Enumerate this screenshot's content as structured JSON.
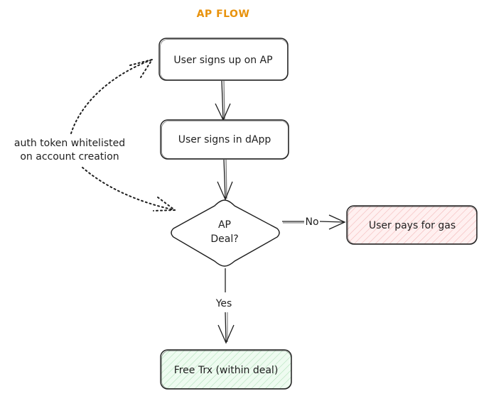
{
  "diagram": {
    "title": "AP FLOW",
    "nodes": {
      "signup": "User signs up on AP",
      "signin": "User signs in dApp",
      "decision_line1": "AP",
      "decision_line2": "Deal?",
      "pays": "User pays for gas",
      "free": "Free Trx (within deal)"
    },
    "edges": {
      "no": "No",
      "yes": "Yes"
    },
    "note": {
      "line1": "auth token whitelisted",
      "line2": "on account creation"
    },
    "colors": {
      "title": "#e8920c",
      "stroke": "#1e1e1e",
      "pays_fill": "#ffe3e3",
      "pays_hatch": "#f1b0b0",
      "free_fill": "#ebfbee",
      "free_hatch": "#a9dcb4"
    }
  }
}
